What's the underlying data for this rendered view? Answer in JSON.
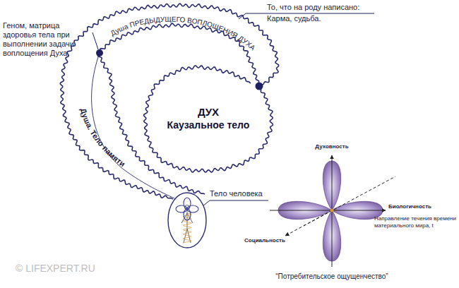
{
  "diagram": {
    "nodes": [
      {
        "text": [
          "ДУХ",
          "Каузальное тело"
        ]
      },
      {
        "text": [
          "Тело человека"
        ]
      }
    ],
    "labels": [
      "Душа ПРЕДЫДУЩЕГО ВОПЛОЩЕНИЯ ДУХА",
      "То, что на роду написано: Карма, судьба.",
      "Геном, матрица здоровья тела при выполнении задачи воплощения Духа.",
      "Душа. Тело памяти",
      "Духовность",
      "Биологичность",
      "Направление течения времени материального мира, t",
      "Социальность",
      "“Потребительское ощущенчество”",
      "© LIFEXPERT.RU"
    ]
  }
}
